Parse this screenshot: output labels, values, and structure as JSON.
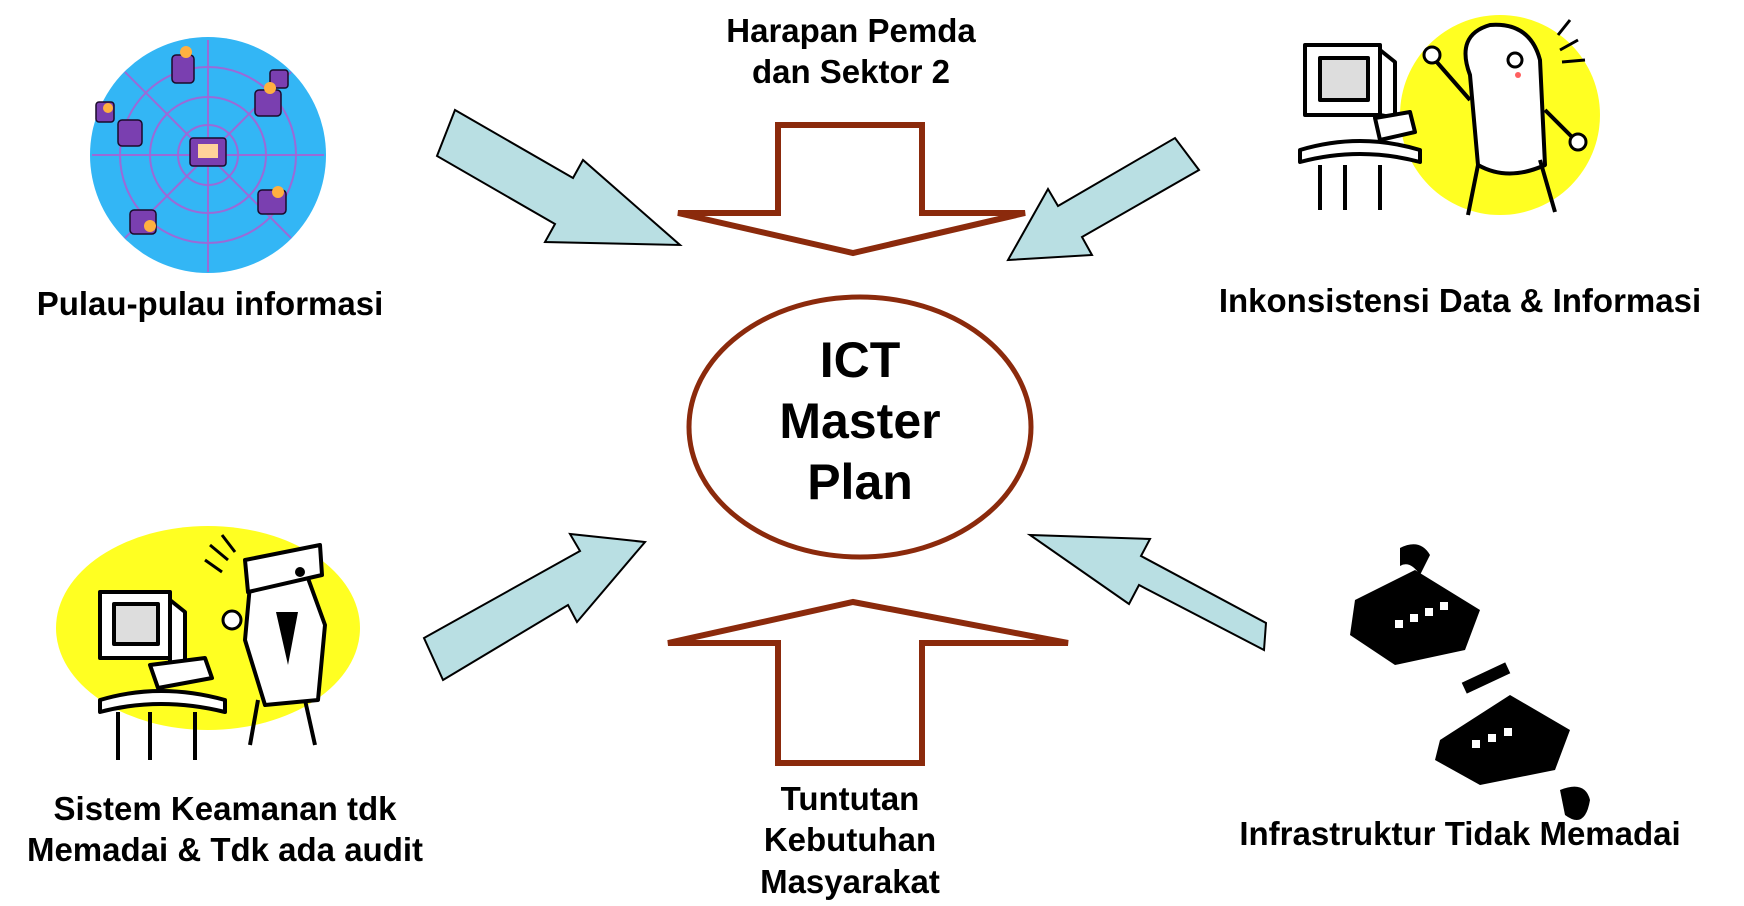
{
  "center": {
    "lines": [
      "ICT",
      "Master",
      "Plan"
    ]
  },
  "top_input": {
    "lines": [
      "Harapan Pemda",
      "dan Sektor 2"
    ]
  },
  "bottom_input": {
    "lines": [
      "Tuntutan",
      "Kebutuhan",
      "Masyarakat"
    ]
  },
  "top_left": {
    "label": "Pulau-pulau informasi"
  },
  "top_right": {
    "label": "Inkonsistensi Data & Informasi"
  },
  "bottom_left": {
    "lines": [
      "Sistem Keamanan tdk",
      "Memadai & Tdk ada audit"
    ]
  },
  "bottom_right": {
    "label": "Infrastruktur Tidak Memadai"
  },
  "colors": {
    "arrow_fill": "#b9dfe3",
    "block_arrow_stroke": "#8b2a0c",
    "ellipse_stroke": "#8b2a0c",
    "yellow": "#ffff22",
    "sky": "#33b6f5"
  }
}
